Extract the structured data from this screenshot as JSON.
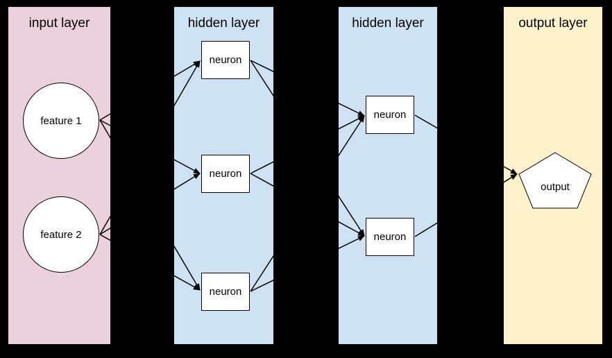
{
  "background_color": "#000000",
  "node_fill": "#ffffff",
  "node_border_color": "#000000",
  "edge_color": "#000000",
  "edge_style": "straight-arrow-at-target",
  "layers": [
    {
      "id": "input",
      "title": "input layer",
      "color": "#ead1dc",
      "nodes": [
        {
          "id": "f1",
          "label": "feature 1",
          "shape": "circle"
        },
        {
          "id": "f2",
          "label": "feature 2",
          "shape": "circle"
        }
      ]
    },
    {
      "id": "hidden1",
      "title": "hidden layer",
      "color": "#cfe2f3",
      "nodes": [
        {
          "id": "h1n1",
          "label": "neuron",
          "shape": "rectangle"
        },
        {
          "id": "h1n2",
          "label": "neuron",
          "shape": "rectangle"
        },
        {
          "id": "h1n3",
          "label": "neuron",
          "shape": "rectangle"
        }
      ]
    },
    {
      "id": "hidden2",
      "title": "hidden layer",
      "color": "#cfe2f3",
      "nodes": [
        {
          "id": "h2n1",
          "label": "neuron",
          "shape": "rectangle"
        },
        {
          "id": "h2n2",
          "label": "neuron",
          "shape": "rectangle"
        }
      ]
    },
    {
      "id": "output",
      "title": "output layer",
      "color": "#fff2cc",
      "nodes": [
        {
          "id": "out",
          "label": "output",
          "shape": "pentagon"
        }
      ]
    }
  ],
  "edges": [
    {
      "from": "f1",
      "to": "h1n1"
    },
    {
      "from": "f1",
      "to": "h1n2"
    },
    {
      "from": "f1",
      "to": "h1n3"
    },
    {
      "from": "f2",
      "to": "h1n1"
    },
    {
      "from": "f2",
      "to": "h1n2"
    },
    {
      "from": "f2",
      "to": "h1n3"
    },
    {
      "from": "h1n1",
      "to": "h2n1"
    },
    {
      "from": "h1n1",
      "to": "h2n2"
    },
    {
      "from": "h1n2",
      "to": "h2n1"
    },
    {
      "from": "h1n2",
      "to": "h2n2"
    },
    {
      "from": "h1n3",
      "to": "h2n1"
    },
    {
      "from": "h1n3",
      "to": "h2n2"
    },
    {
      "from": "h2n1",
      "to": "out"
    },
    {
      "from": "h2n2",
      "to": "out"
    }
  ]
}
